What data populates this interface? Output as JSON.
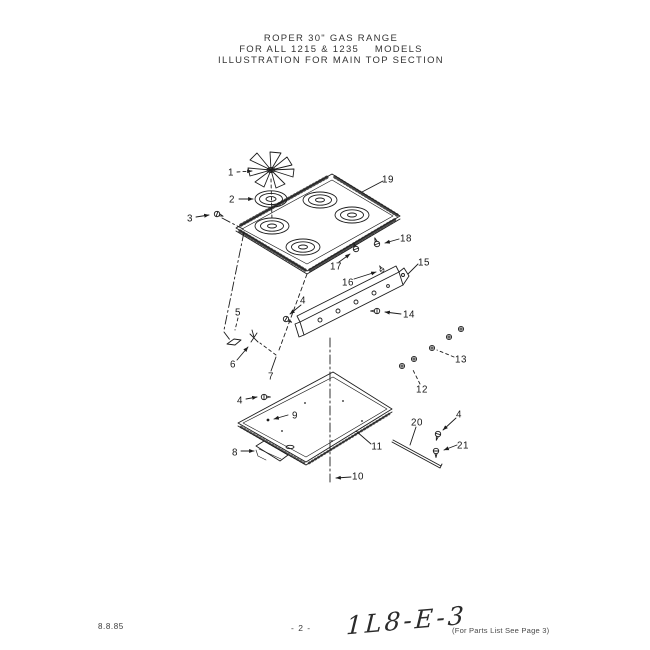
{
  "title": {
    "line1": "ROPER 30\" GAS RANGE",
    "line2": "FOR ALL 1215 & 1235    MODELS",
    "line3": "ILLUSTRATION FOR MAIN TOP SECTION"
  },
  "diagram": {
    "callouts": [
      {
        "label": "1"
      },
      {
        "label": "2"
      },
      {
        "label": "3"
      },
      {
        "label": "19"
      },
      {
        "label": "18"
      },
      {
        "label": "17"
      },
      {
        "label": "16"
      },
      {
        "label": "15"
      },
      {
        "label": "4"
      },
      {
        "label": "14"
      },
      {
        "label": "5"
      },
      {
        "label": "6"
      },
      {
        "label": "7"
      },
      {
        "label": "4"
      },
      {
        "label": "9"
      },
      {
        "label": "8"
      },
      {
        "label": "11"
      },
      {
        "label": "10"
      },
      {
        "label": "12"
      },
      {
        "label": "13"
      },
      {
        "label": "20"
      },
      {
        "label": "4"
      },
      {
        "label": "21"
      }
    ]
  },
  "footer": {
    "date": "8.8.85",
    "page": "- 2 -",
    "handwritten": "1L8-E-3",
    "note": "(For Parts List See Page 3)"
  },
  "colors": {
    "ink": "#1c1c1c",
    "paper": "#ffffff"
  }
}
